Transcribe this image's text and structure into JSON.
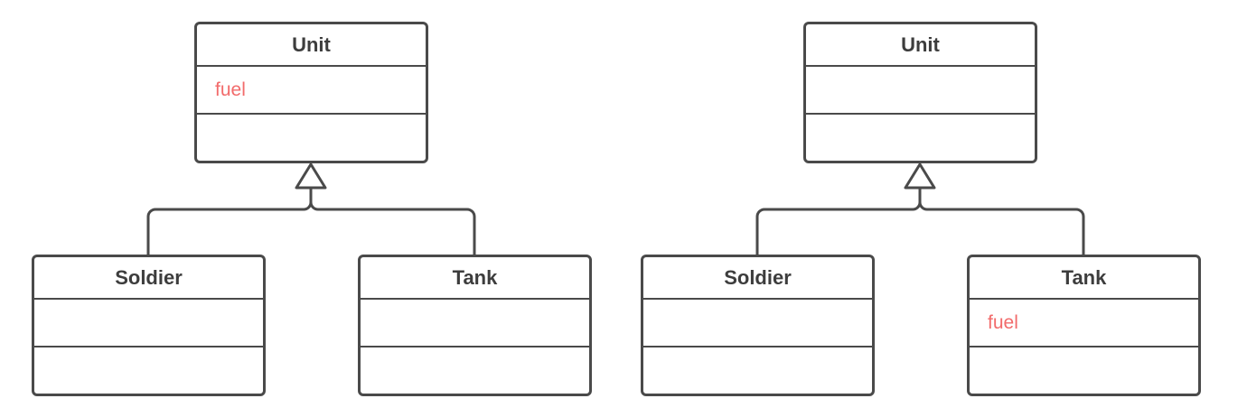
{
  "colors": {
    "line": "#4a4a4a",
    "title_text": "#3d3d3d",
    "highlight_attribute": "#f26b6b",
    "background": "#ffffff"
  },
  "diagrams": [
    {
      "parent": {
        "name": "Unit",
        "attributes": [
          "fuel"
        ],
        "methods": []
      },
      "children": [
        {
          "name": "Soldier",
          "attributes": [],
          "methods": []
        },
        {
          "name": "Tank",
          "attributes": [],
          "methods": []
        }
      ]
    },
    {
      "parent": {
        "name": "Unit",
        "attributes": [],
        "methods": []
      },
      "children": [
        {
          "name": "Soldier",
          "attributes": [],
          "methods": []
        },
        {
          "name": "Tank",
          "attributes": [
            "fuel"
          ],
          "methods": []
        }
      ]
    }
  ]
}
